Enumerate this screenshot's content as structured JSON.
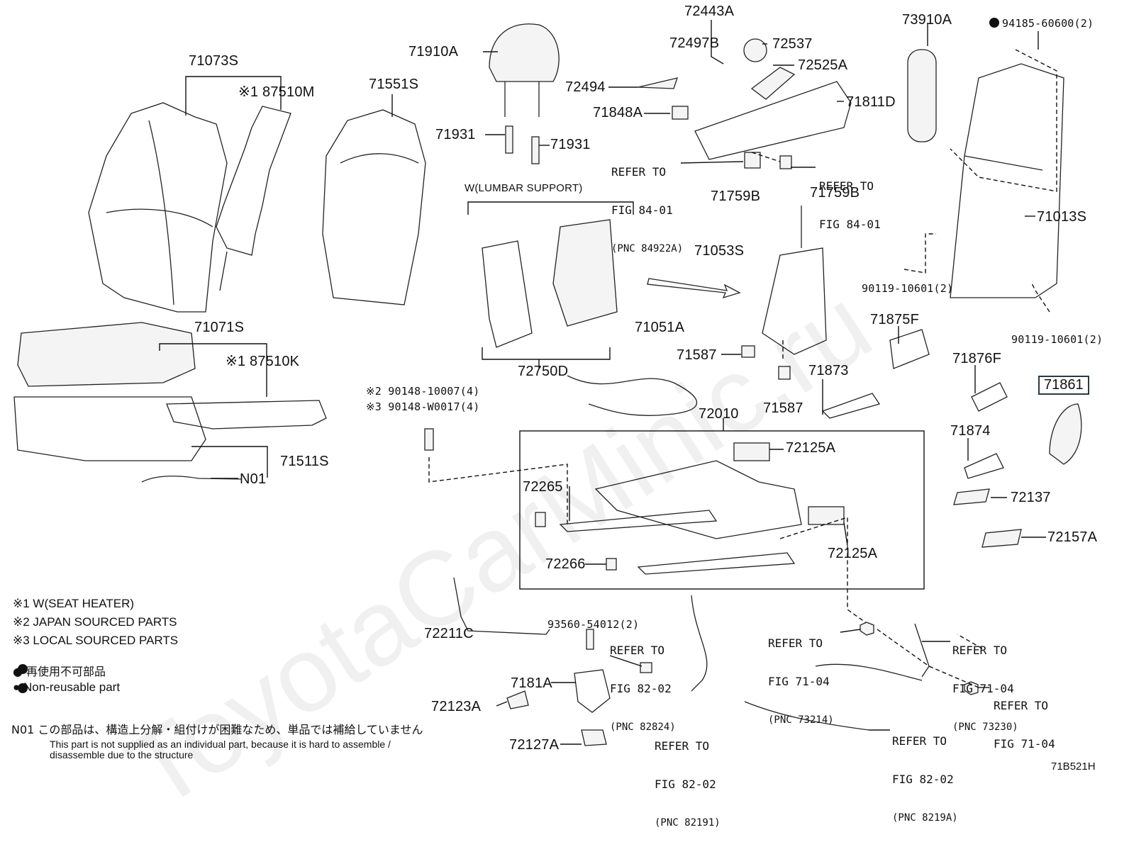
{
  "diagram_code": "71B521H",
  "watermark": "ToyotaCarMinic.ru",
  "lumbar_group_label": "W(LUMBAR SUPPORT)",
  "boxed_part": "71861",
  "parts": {
    "p71073S": "71073S",
    "p87510M": "※1 87510M",
    "p71551S": "71551S",
    "p71910A": "71910A",
    "p71931a": "71931",
    "p71931b": "71931",
    "p72443A": "72443A",
    "p72497B": "72497B",
    "p72537": "72537",
    "p72525A": "72525A",
    "p72494": "72494",
    "p71848A": "71848A",
    "p71811D": "71811D",
    "p73910A": "73910A",
    "p94185": "94185-60600(2)",
    "p71759Ba": "71759B",
    "p71759Bb": "71759B",
    "p71053S": "71053S",
    "p71013S": "71013S",
    "p90119a": "90119-10601(2)",
    "p90119b": "90119-10601(2)",
    "p71071S": "71071S",
    "p87510K": "※1 87510K",
    "p71511S": "71511S",
    "pN01": "N01",
    "p72750D": "72750D",
    "p71051A": "71051A",
    "p71587a": "71587",
    "p71587b": "71587",
    "p71873": "71873",
    "p71875F": "71875F",
    "p71876F": "71876F",
    "p71874": "71874",
    "p72137": "72137",
    "p72157A": "72157A",
    "p72010": "72010",
    "p72125Aa": "72125A",
    "p72125Ab": "72125A",
    "p72265": "72265",
    "p72266": "72266",
    "p90148a": "※2 90148-10007(4)",
    "p90148b": "※3 90148-W0017(4)",
    "p72211C": "72211C",
    "p93560": "93560-54012(2)",
    "p7181A": "7181A",
    "p72123A": "72123A",
    "p72127A": "72127A"
  },
  "refs": {
    "r1": {
      "line1": "REFER TO",
      "line2": "FIG 84-01",
      "pnc": "(PNC 84922A)"
    },
    "r2": {
      "line1": "REFER TO",
      "line2": "FIG 84-01",
      "pnc": ""
    },
    "r3": {
      "line1": "REFER TO",
      "line2": "FIG 82-02",
      "pnc": "(PNC 82824)"
    },
    "r4": {
      "line1": "REFER TO",
      "line2": "FIG 82-02",
      "pnc": "(PNC 82191)"
    },
    "r5": {
      "line1": "REFER TO",
      "line2": "FIG 71-04",
      "pnc": "(PNC 73214)"
    },
    "r6": {
      "line1": "REFER TO",
      "line2": "FIG 71-04",
      "pnc": "(PNC 73230)"
    },
    "r7": {
      "line1": "REFER TO",
      "line2": "FIG 71-04",
      "pnc": ""
    },
    "r8": {
      "line1": "REFER TO",
      "line2": "FIG 82-02",
      "pnc": "(PNC 8219A)"
    }
  },
  "legend": {
    "n1": "※1  W(SEAT HEATER)",
    "n2": "※2  JAPAN SOURCED PARTS",
    "n3": "※3  LOCAL SOURCED PARTS",
    "nr_jp": "● 再使用不可部品",
    "nr_en": "● Non-reusable part",
    "n01_jp": "N01 この部品は、構造上分解・組付けが困難なため、単品では補給していません",
    "n01_en1": "This part is not supplied as an individual part, because it is hard to assemble /",
    "n01_en2": "disassemble due to the structure"
  }
}
